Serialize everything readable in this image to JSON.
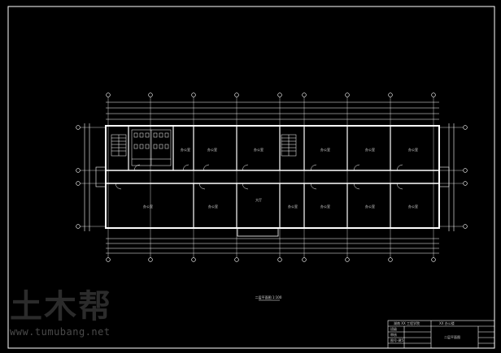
{
  "drawing": {
    "plan_caption": "二层平面图 1:100",
    "rooms_north": [
      "办公室",
      "办公室",
      "办公室",
      "办公室",
      "办公室",
      "办公室"
    ],
    "rooms_south": [
      "办公室",
      "办公室",
      "大厅",
      "办公室",
      "办公室",
      "办公室",
      "办公室"
    ],
    "colors": {
      "background": "#000000",
      "lines": "#ffffff",
      "walls": "#ffffff"
    }
  },
  "title_block": {
    "school": "湖南 XX 工程学院",
    "project": "XX 办公楼",
    "label_1": "班级",
    "label_2": "审核",
    "label_3": "图号-建5",
    "sheet_title": "二层平面图"
  },
  "watermark": {
    "logo_text": "土木帮",
    "url": "www.tumubang.net"
  }
}
